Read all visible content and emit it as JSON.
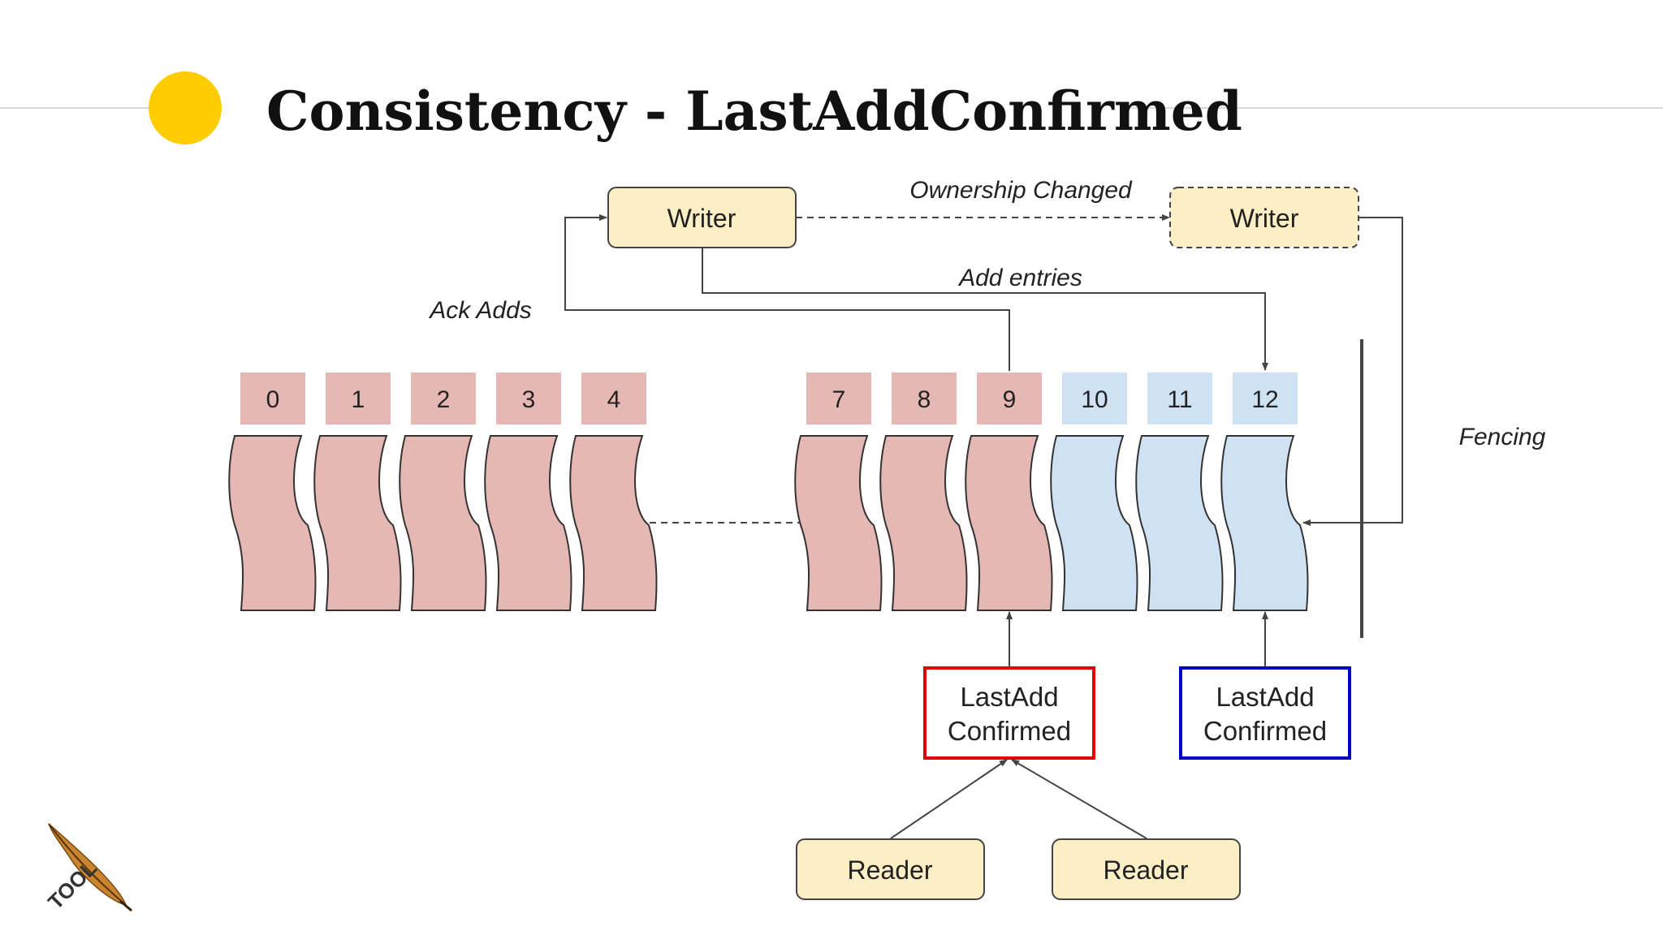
{
  "slide": {
    "title": "Consistency - LastAddConfirmed"
  },
  "colors": {
    "accent_dot": "#ffcc00",
    "confirmed_fill": "#e6b8b3",
    "pending_fill": "#cfe2f3",
    "box_fill": "#fcefc5",
    "red_box": "#e00000",
    "blue_box": "#0000cc"
  },
  "diagram": {
    "writer_old": "Writer",
    "writer_new": "Writer",
    "ownership_label": "Ownership Changed",
    "add_entries_label": "Add entries",
    "ack_adds_label": "Ack Adds",
    "fencing_label": "Fencing",
    "entries": [
      {
        "id": "0",
        "state": "confirmed"
      },
      {
        "id": "1",
        "state": "confirmed"
      },
      {
        "id": "2",
        "state": "confirmed"
      },
      {
        "id": "3",
        "state": "confirmed"
      },
      {
        "id": "4",
        "state": "confirmed"
      },
      {
        "id": "7",
        "state": "confirmed"
      },
      {
        "id": "8",
        "state": "confirmed"
      },
      {
        "id": "9",
        "state": "confirmed"
      },
      {
        "id": "10",
        "state": "pending"
      },
      {
        "id": "11",
        "state": "pending"
      },
      {
        "id": "12",
        "state": "pending"
      }
    ],
    "lac_red": {
      "line1": "LastAdd",
      "line2": "Confirmed"
    },
    "lac_blue": {
      "line1": "LastAdd",
      "line2": "Confirmed"
    },
    "reader_left": "Reader",
    "reader_right": "Reader"
  },
  "logo": {
    "icon": "feather-icon",
    "text": "TOOL"
  }
}
